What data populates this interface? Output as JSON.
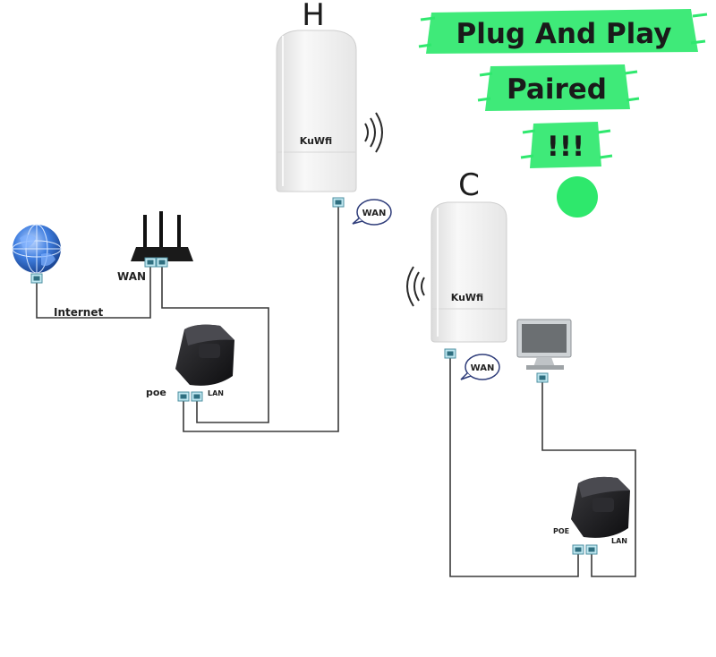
{
  "banners": [
    {
      "text": "Plug And Play"
    },
    {
      "text": "Paired"
    },
    {
      "text": "!!!"
    }
  ],
  "colors": {
    "banner": "#2fe86e",
    "status_dot": "#2ee86c",
    "device_body": "#f3f3f3",
    "adapter": "#1d1d1f",
    "globe": "#2b66c8"
  },
  "host": {
    "letter": "H",
    "brand": "KuWfi",
    "port_label": "WAN"
  },
  "client": {
    "letter": "C",
    "brand": "KuWfi",
    "port_label": "WAN"
  },
  "router": {
    "port_label": "WAN"
  },
  "internet": {
    "label": "Internet"
  },
  "poe_left": {
    "poe_label": "poe",
    "lan_label": "LAN"
  },
  "poe_right": {
    "poe_label": "POE",
    "lan_label": "LAN"
  },
  "icons": [
    "globe-icon",
    "router-icon",
    "cpe-device-icon",
    "wifi-waves-icon",
    "poe-adapter-icon",
    "monitor-icon",
    "ethernet-port-icon",
    "status-dot-icon"
  ]
}
